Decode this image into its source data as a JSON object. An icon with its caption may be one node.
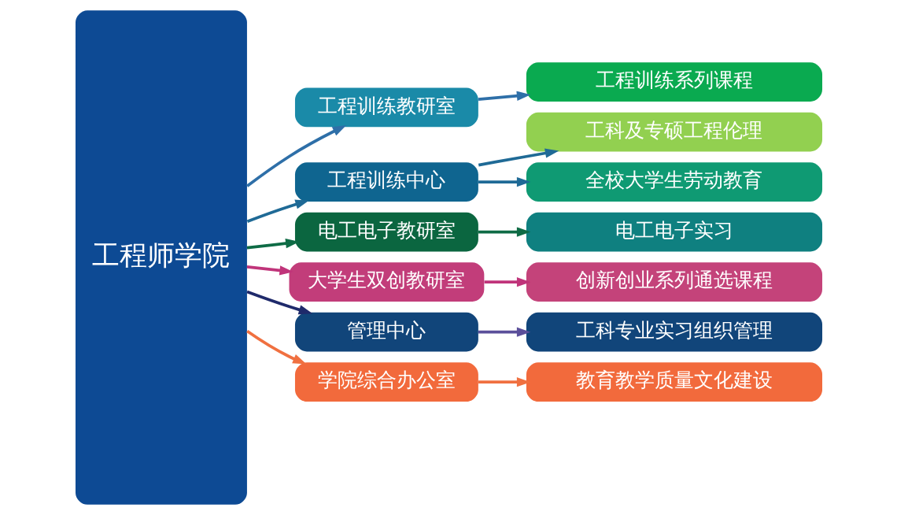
{
  "diagram": {
    "nodes": [
      {
        "text": [
          "工程师学院"
        ]
      },
      {
        "text": [
          "工程训练教研室"
        ]
      },
      {
        "text": [
          "工程训练中心"
        ]
      },
      {
        "text": [
          "电工电子教研室"
        ]
      },
      {
        "text": [
          "大学生双创教研室"
        ]
      },
      {
        "text": [
          "管理中心"
        ]
      },
      {
        "text": [
          "学院综合办公室"
        ]
      },
      {
        "text": [
          "工程训练系列课程"
        ]
      },
      {
        "text": [
          "工科及专硕工程伦理"
        ]
      },
      {
        "text": [
          "全校大学生劳动教育"
        ]
      },
      {
        "text": [
          "电工电子实习"
        ]
      },
      {
        "text": [
          "创新创业系列通选课程"
        ]
      },
      {
        "text": [
          "工科专业实习组织管理"
        ]
      },
      {
        "text": [
          "教育教学质量文化建设"
        ]
      }
    ],
    "edges": [
      {
        "from": 0,
        "to": 1,
        "arrow": "to",
        "color": "#2e6fa8"
      },
      {
        "from": 0,
        "to": 2,
        "arrow": "to",
        "color": "#1f6a96"
      },
      {
        "from": 0,
        "to": 3,
        "arrow": "to",
        "color": "#0e6b45"
      },
      {
        "from": 0,
        "to": 4,
        "arrow": "to",
        "color": "#c0347a"
      },
      {
        "from": 0,
        "to": 5,
        "arrow": "to",
        "color": "#1f2a6b"
      },
      {
        "from": 0,
        "to": 6,
        "arrow": "to",
        "color": "#f07040"
      },
      {
        "from": 1,
        "to": 7,
        "arrow": "to",
        "color": "#2e6fa8"
      },
      {
        "from": 2,
        "to": 8,
        "arrow": "to",
        "color": "#1f6a96"
      },
      {
        "from": 2,
        "to": 9,
        "arrow": "to",
        "color": "#1f6a96"
      },
      {
        "from": 3,
        "to": 10,
        "arrow": "to",
        "color": "#0e6b45"
      },
      {
        "from": 4,
        "to": 11,
        "arrow": "to",
        "color": "#c0347a"
      },
      {
        "from": 5,
        "to": 12,
        "arrow": "to",
        "color": "#5b4f9a"
      },
      {
        "from": 6,
        "to": 13,
        "arrow": "to",
        "color": "#f07040"
      }
    ]
  }
}
